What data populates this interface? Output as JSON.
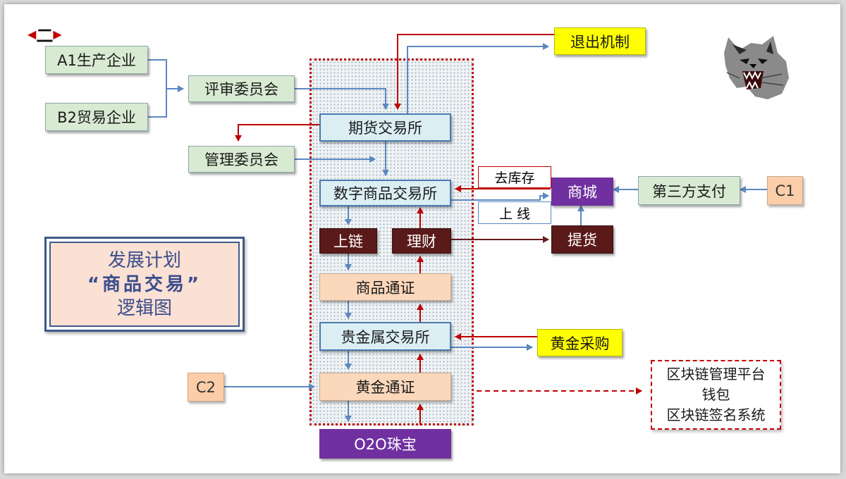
{
  "section_label": "二",
  "nodes": {
    "a1": "A1生产企业",
    "b2": "B2贸易企业",
    "review_committee": "评审委员会",
    "mgmt_committee": "管理委员会",
    "futures_exchange": "期货交易所",
    "digital_exchange": "数字商品交易所",
    "chain_up": "上链",
    "finance": "理财",
    "commodity_token": "商品通证",
    "precious_exchange": "贵金属交易所",
    "gold_token": "黄金通证",
    "o2o": "O2O珠宝",
    "exit": "退出机制",
    "destock": "去库存",
    "online": "上  线",
    "mall": "商城",
    "pickup": "提货",
    "third_party_pay": "第三方支付",
    "c1": "C1",
    "c2": "C2",
    "gold_purchase": "黄金采购"
  },
  "plan": {
    "line1": "发展计划",
    "line2": "“商品交易”",
    "line3": "逻辑图"
  },
  "blockchain": {
    "line1": "区块链管理平台",
    "line2": "钱包",
    "line3": "区块链签名系统"
  },
  "colors": {
    "blue_arrow": "#5b87c0",
    "red_arrow": "#c00000",
    "maroon_arrow": "#6b1c1c",
    "purple": "#7030a0",
    "yellow": "#ffff00"
  },
  "icons": [
    "wolf-head-icon"
  ]
}
